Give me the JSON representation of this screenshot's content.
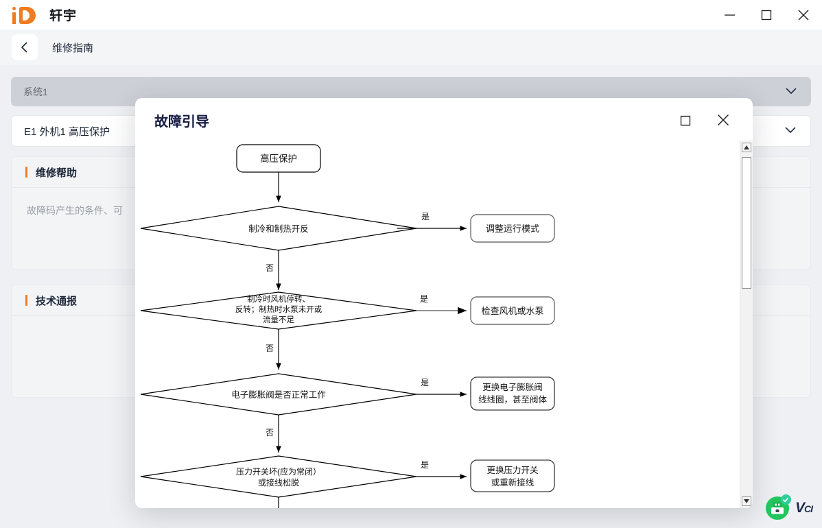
{
  "window": {
    "brand_name": "轩宇",
    "logo_icon": "id-logo-icon",
    "minimize_icon": "minimize-icon",
    "maximize_icon": "maximize-icon",
    "close_icon": "close-icon"
  },
  "breadcrumb": {
    "back_icon": "chevron-left-icon",
    "title": "维修指南"
  },
  "selectors": {
    "system": {
      "value": "系统1",
      "icon": "chevron-down-icon"
    },
    "fault": {
      "value": "E1 外机1 高压保护",
      "icon": "chevron-down-icon"
    }
  },
  "cards": [
    {
      "title": "维修帮助",
      "body": "故障码产生的条件、可"
    },
    {
      "title": "技术通报",
      "body": ""
    }
  ],
  "modal": {
    "title": "故障引导",
    "maximize_icon": "maximize-icon",
    "close_icon": "close-icon",
    "scrollbar": {
      "up_icon": "scroll-up-arrow-icon",
      "down_icon": "scroll-down-arrow-icon"
    }
  },
  "flowchart": {
    "start": "高压保护",
    "steps": [
      {
        "question": [
          "制冷和制热开反"
        ],
        "yes_label": "是",
        "no_label": "否",
        "action": [
          "调整运行模式"
        ]
      },
      {
        "question": [
          "制冷时风机停转、",
          "反转；制热时水泵未开或",
          "流量不足"
        ],
        "yes_label": "是",
        "no_label": "否",
        "action": [
          "检查风机或水泵"
        ]
      },
      {
        "question": [
          "电子膨胀阀是否正常工作"
        ],
        "yes_label": "是",
        "no_label": "否",
        "action": [
          "更换电子膨胀阀",
          "线线圈，甚至阀体"
        ]
      },
      {
        "question": [
          "压力开关坏(应为常闭）",
          "或接线松脱"
        ],
        "yes_label": "是",
        "no_label": "",
        "action": [
          "更换压力开关",
          "或重新接线"
        ]
      }
    ]
  },
  "vci": {
    "label": "V",
    "label_small": "CI",
    "device_icon": "vci-device-icon",
    "status_icon": "check-badge-icon"
  },
  "colors": {
    "accent": "#f07c21",
    "title_navy": "#141a44",
    "page_bg": "#eef0f3",
    "status_green": "#22c55e"
  }
}
